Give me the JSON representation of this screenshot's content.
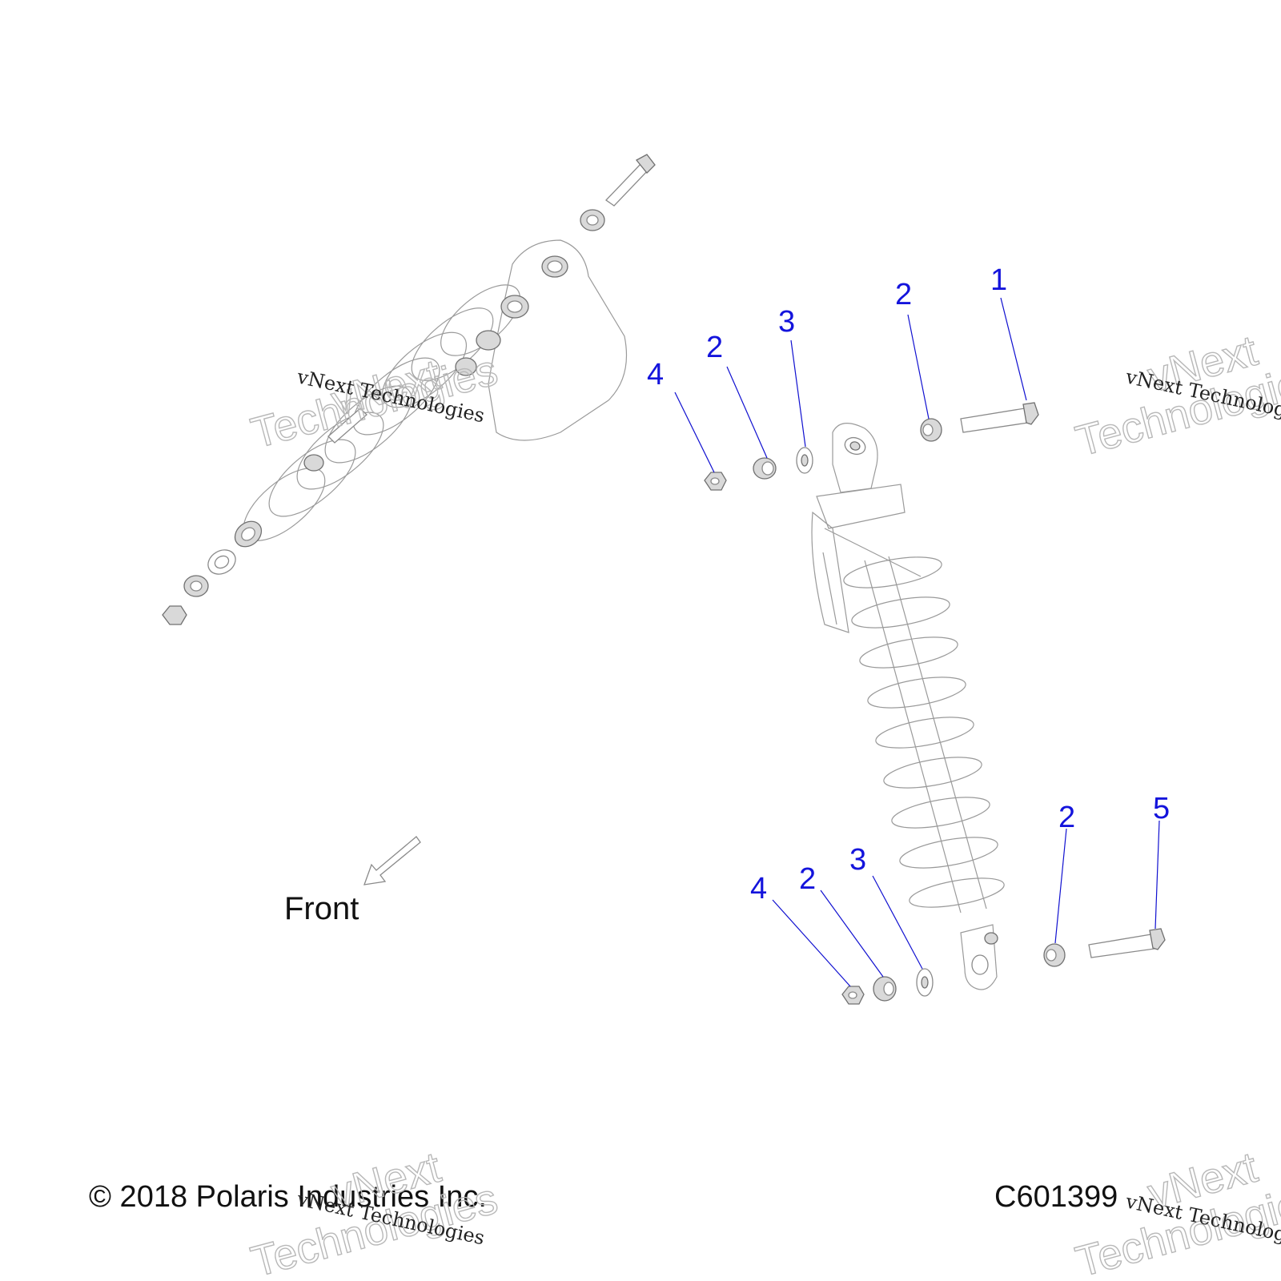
{
  "diagram": {
    "callouts": {
      "c1": "1",
      "c2a": "2",
      "c2b": "2",
      "c2c": "2",
      "c2d": "2",
      "c3a": "3",
      "c3b": "3",
      "c4a": "4",
      "c4b": "4",
      "c5": "5"
    },
    "front_label": "Front",
    "copyright": "© 2018 Polaris Industries Inc.",
    "figure_id": "C601399"
  },
  "watermark": {
    "line_small": "vNext Technologies",
    "line_big_1": "vNext",
    "line_big_2": "Technologies"
  },
  "colors": {
    "callout": "#1414dc",
    "line_art": "#8a8a8a"
  }
}
